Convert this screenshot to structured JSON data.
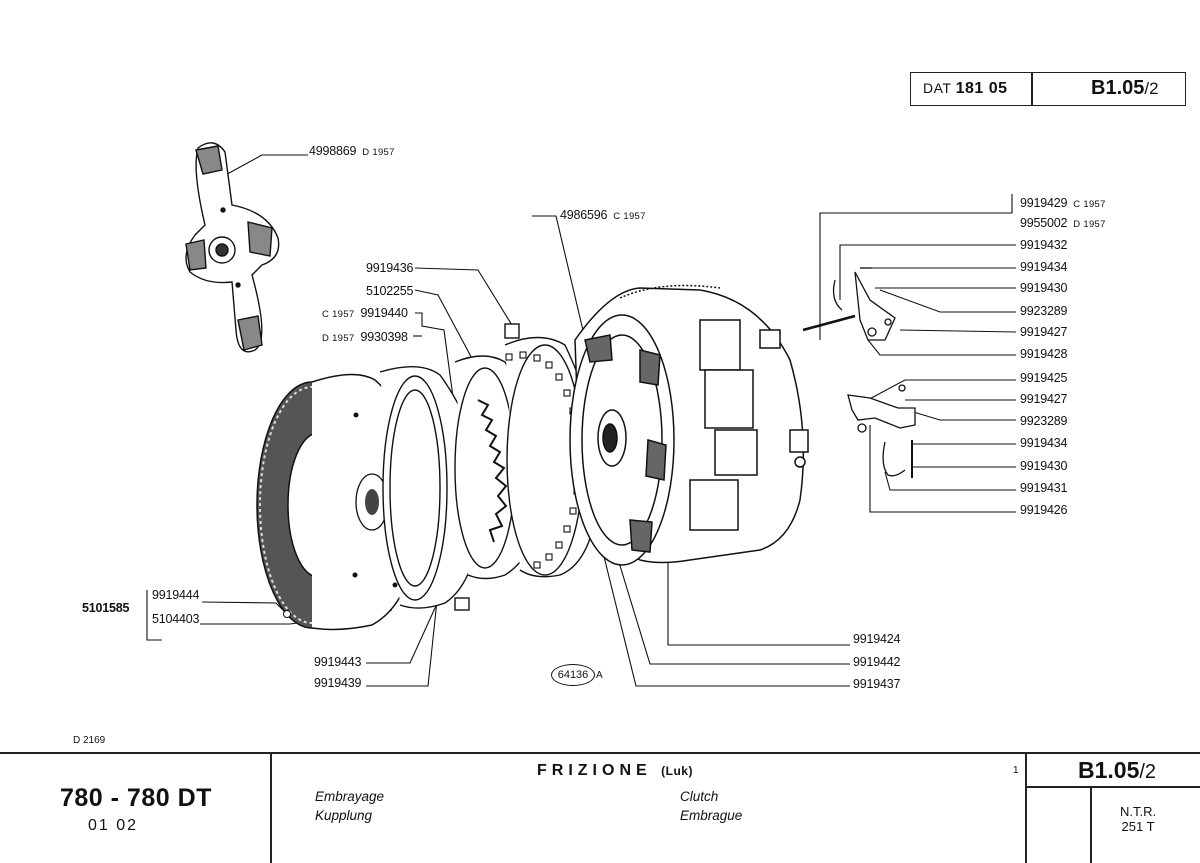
{
  "header": {
    "dat_label": "DAT",
    "dat_number": "181 05",
    "ref_main": "B1.05",
    "ref_sub": "/2"
  },
  "drawing_number": "D 2169",
  "figure_number": "64136",
  "figure_suffix": "A",
  "callouts": {
    "l4998869": {
      "num": "4998869",
      "suffix": "D 1957"
    },
    "l4986596": {
      "num": "4986596",
      "suffix": "C 1957"
    },
    "l9919436": {
      "num": "9919436"
    },
    "l5102255": {
      "num": "5102255"
    },
    "l9919440": {
      "num": "9919440",
      "prefix": "C 1957"
    },
    "l9930398": {
      "num": "9930398",
      "prefix": "D 1957"
    },
    "l5101585": {
      "num": "5101585"
    },
    "l9919444": {
      "num": "9919444"
    },
    "l5104403": {
      "num": "5104403"
    },
    "l9919443": {
      "num": "9919443"
    },
    "l9919439": {
      "num": "9919439"
    },
    "l9919424": {
      "num": "9919424"
    },
    "l9919442": {
      "num": "9919442"
    },
    "l9919437": {
      "num": "9919437"
    },
    "r9919429": {
      "num": "9919429",
      "suffix": "C 1957"
    },
    "r9955002": {
      "num": "9955002",
      "suffix": "D 1957"
    },
    "r9919432": {
      "num": "9919432"
    },
    "r9919434a": {
      "num": "9919434"
    },
    "r9919430a": {
      "num": "9919430"
    },
    "r9923289a": {
      "num": "9923289"
    },
    "r9919427a": {
      "num": "9919427"
    },
    "r9919428": {
      "num": "9919428"
    },
    "r9919425": {
      "num": "9919425"
    },
    "r9919427b": {
      "num": "9919427"
    },
    "r9923289b": {
      "num": "9923289"
    },
    "r9919434b": {
      "num": "9919434"
    },
    "r9919430b": {
      "num": "9919430"
    },
    "r9919431": {
      "num": "9919431"
    },
    "r9919426": {
      "num": "9919426"
    }
  },
  "footer": {
    "model": "780 - 780 DT",
    "dates": "01   02",
    "title": "FRIZIONE",
    "title_sub": "(Luk)",
    "fr": "Embrayage",
    "de": "Kupplung",
    "en": "Clutch",
    "es": "Embrague",
    "page_mark": "1",
    "ref_main": "B1.05",
    "ref_sub": "/2",
    "ntr_line1": "N.T.R.",
    "ntr_line2": "251 T"
  }
}
